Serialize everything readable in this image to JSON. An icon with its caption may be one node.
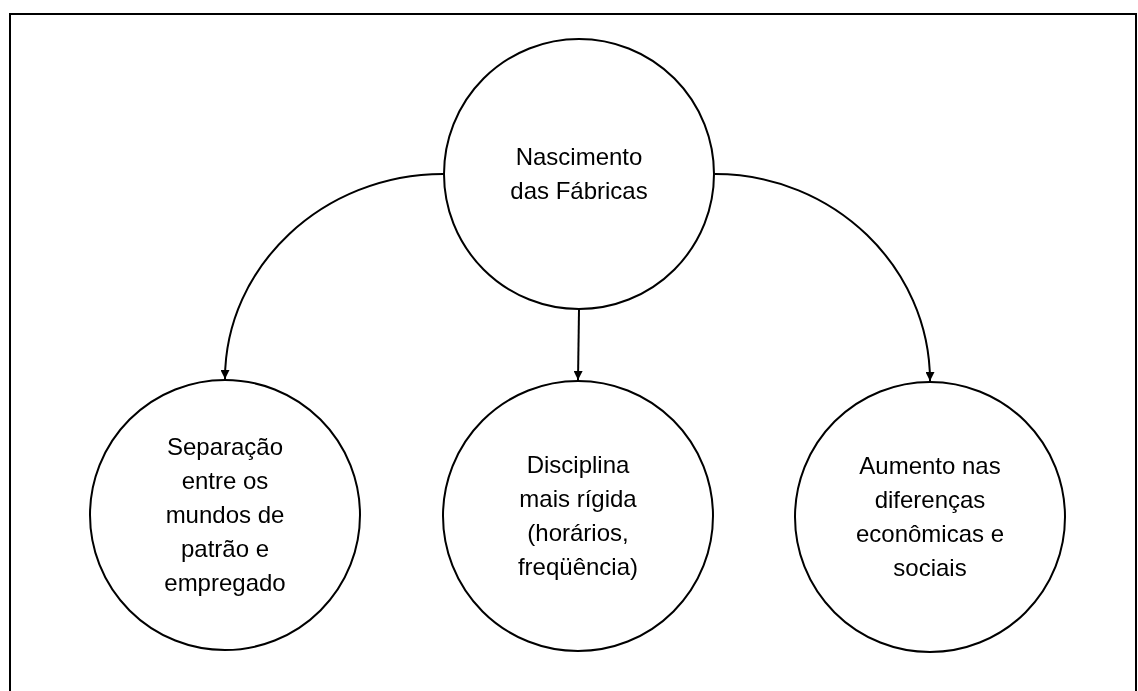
{
  "diagram": {
    "nodes": [
      {
        "text": [
          "Nascimento das Fábricas"
        ]
      },
      {
        "text": [
          "Separação entre os mundos de patrão e empregado"
        ]
      },
      {
        "text": [
          "Disciplina mais rígida (horários, freqüência)"
        ]
      },
      {
        "text": [
          "Aumento nas diferenças econômicas e sociais"
        ]
      }
    ],
    "edges": [
      {
        "from": 0,
        "to": 1,
        "arrow": "to"
      },
      {
        "from": 0,
        "to": 2,
        "arrow": "to"
      },
      {
        "from": 0,
        "to": 3,
        "arrow": "to"
      }
    ]
  }
}
